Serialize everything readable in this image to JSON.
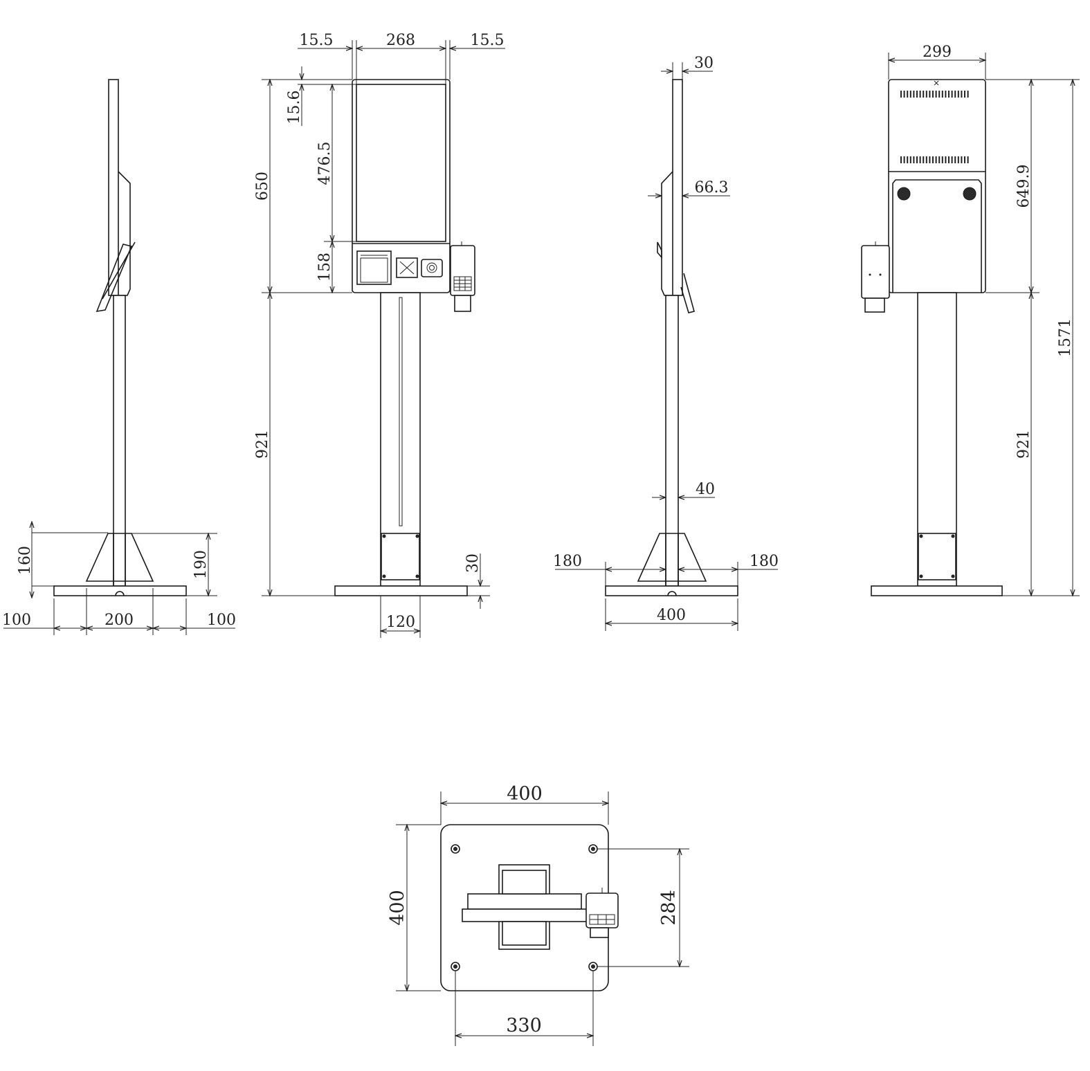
{
  "dimensions": {
    "side_left": {
      "base_left": "100",
      "base_center": "200",
      "base_right": "100",
      "bracket_height": "160",
      "bracket_height_total": "190"
    },
    "front": {
      "bezel_left": "15.5",
      "screen_width": "268",
      "bezel_right": "15.5",
      "bezel_top": "15.6",
      "screen_height": "476.5",
      "head_height": "650",
      "lower_panel_height": "158",
      "pole_height": "921",
      "pole_width": "120",
      "base_thickness": "30"
    },
    "side_right": {
      "panel_depth": "30",
      "back_depth": "66.3",
      "pole_diameter": "40",
      "base_left": "180",
      "base_right": "180",
      "base_width": "400"
    },
    "rear": {
      "head_width": "299",
      "head_height": "649.9",
      "pole_height": "921",
      "total_height": "1571"
    },
    "top_view": {
      "base_width": "400",
      "base_depth": "400",
      "hole_spacing_x": "330",
      "hole_spacing_y": "284"
    }
  }
}
